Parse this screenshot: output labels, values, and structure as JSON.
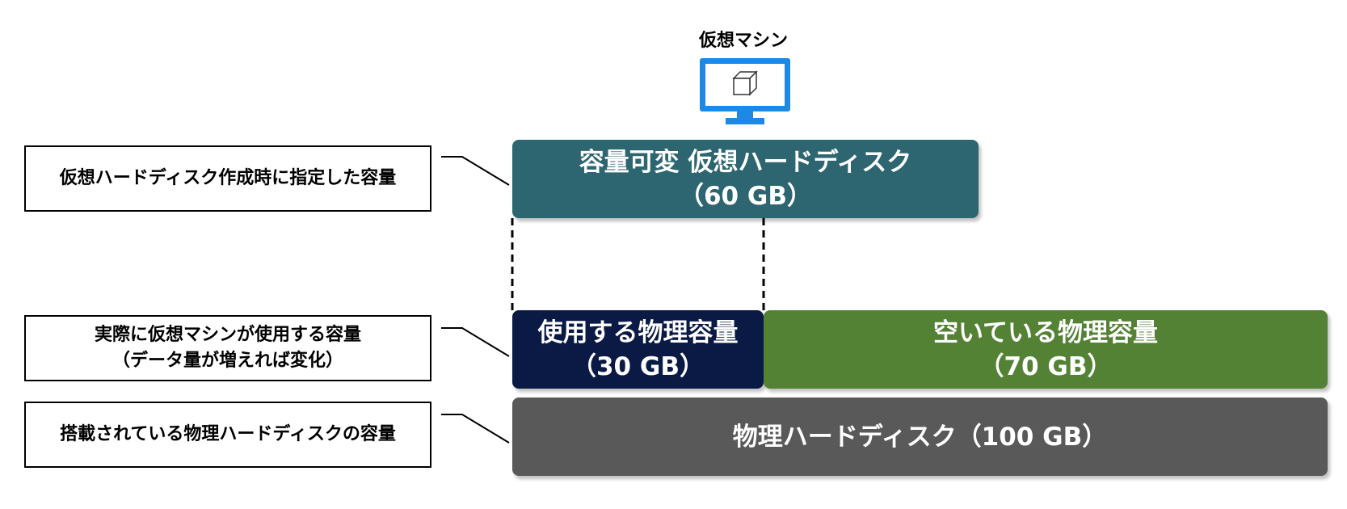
{
  "vm": {
    "title": "仮想マシン",
    "icon": "virtual-machine-monitor-icon"
  },
  "labels": {
    "specified": "仮想ハードディスク作成時に指定した容量",
    "used_line1": "実際に仮想マシンが使用する容量",
    "used_line2": "（データ量が増えれば変化）",
    "physical": "搭載されている物理ハードディスクの容量"
  },
  "blocks": {
    "vhd_line1": "容量可変 仮想ハードディスク",
    "vhd_line2": "（60 GB）",
    "used_line1": "使用する物理容量",
    "used_line2": "（30 GB）",
    "free_line1": "空いている物理容量",
    "free_line2": "（70 GB）",
    "physical": "物理ハードディスク（100 GB）"
  },
  "colors": {
    "vhd": "#2d6670",
    "used": "#0a1a44",
    "free": "#548235",
    "physical": "#595959",
    "icon": "#1e88e5"
  }
}
